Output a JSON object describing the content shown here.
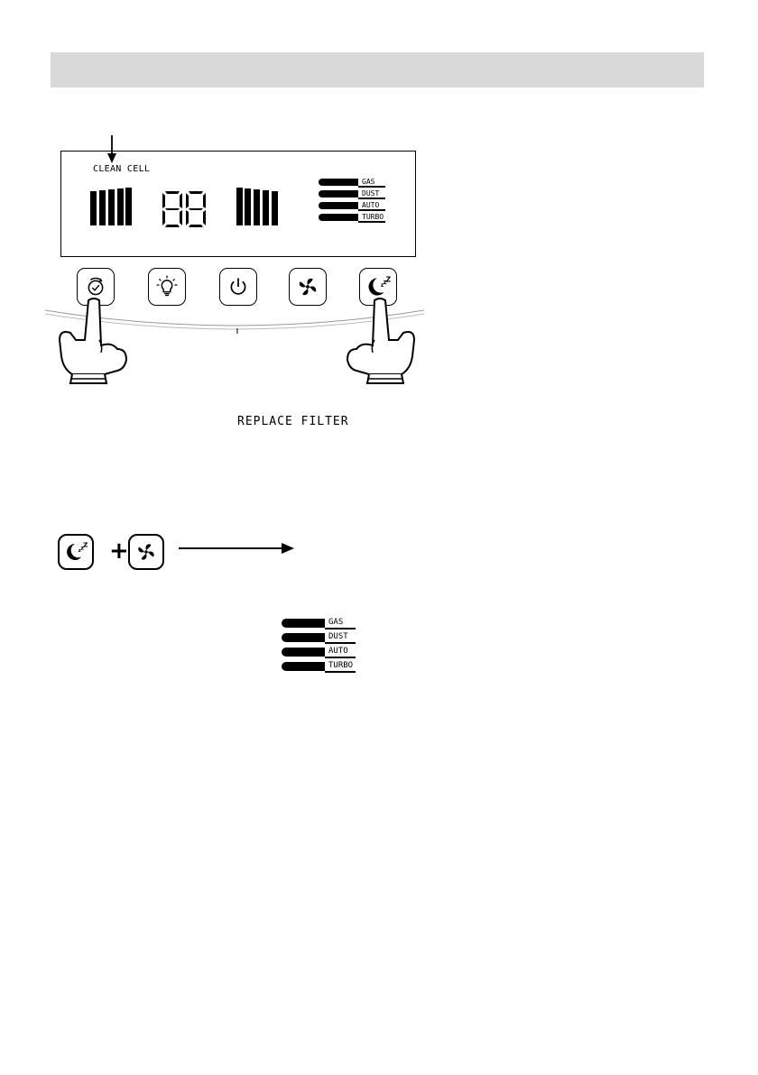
{
  "lcd": {
    "clean_cell_label": "CLEAN CELL",
    "replace_filter_label": "REPLACE FILTER",
    "modes": [
      "GAS",
      "DUST",
      "AUTO",
      "TURBO"
    ]
  },
  "control_buttons": [
    {
      "icon": "timer-icon"
    },
    {
      "icon": "light-bulb-icon"
    },
    {
      "icon": "power-icon"
    },
    {
      "icon": "fan-icon"
    },
    {
      "icon": "sleep-icon"
    }
  ],
  "combination": {
    "plus_symbol": "+",
    "modes": [
      "GAS",
      "DUST",
      "AUTO",
      "TURBO"
    ]
  }
}
